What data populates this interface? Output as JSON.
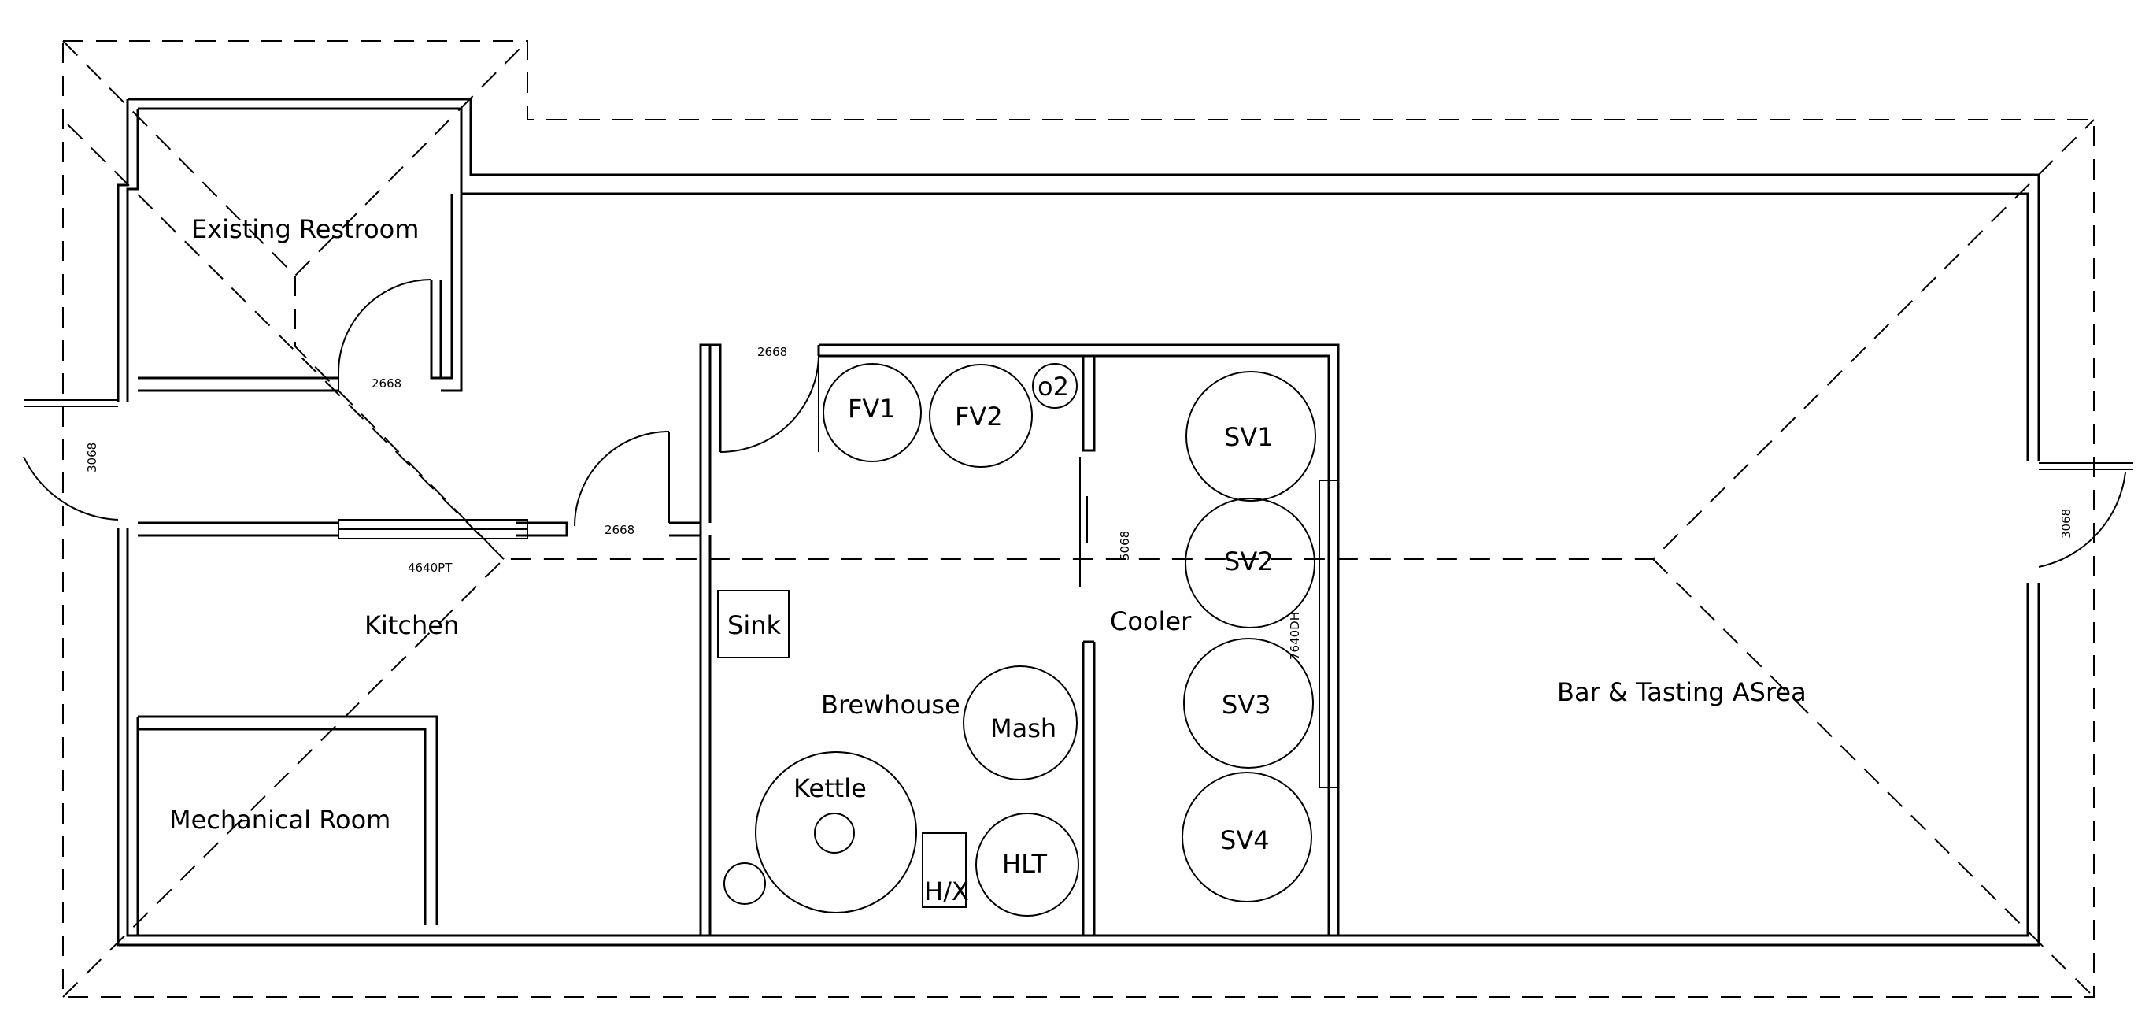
{
  "rooms": {
    "restroom": "Existing Restroom",
    "kitchen": "Kitchen",
    "mechanical": "Mechanical Room",
    "brewhouse": "Brewhouse",
    "cooler": "Cooler",
    "bar": "Bar & Tasting ASrea"
  },
  "equipment": {
    "fv1": "FV1",
    "fv2": "FV2",
    "o2": "o2",
    "sv1": "SV1",
    "sv2": "SV2",
    "sv3": "SV3",
    "sv4": "SV4",
    "sink": "Sink",
    "mash": "Mash",
    "kettle": "Kettle",
    "hlt": "HLT",
    "hx": "H/X"
  },
  "door_tags": {
    "restroom_door": "2668",
    "brewhouse_door": "2668",
    "kitchen_door": "2668",
    "left_exit": "3068",
    "right_exit": "3068",
    "kitchen_window": "4640PT",
    "cooler_door": "5068",
    "cooler_window": "7640DH"
  }
}
